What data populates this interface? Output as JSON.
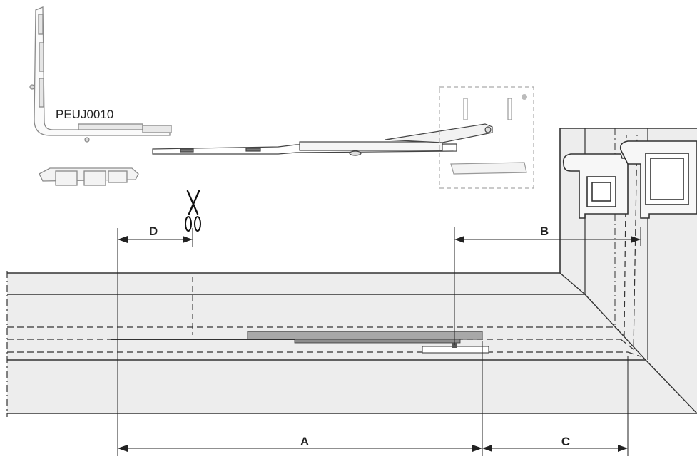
{
  "part_code": "PEUJ0010",
  "dimensions": {
    "a": "A",
    "b": "B",
    "c": "C",
    "d": "D"
  },
  "colors": {
    "frame_fill": "#ededed",
    "line": "#333333",
    "hardware": "#9a9a9a",
    "bar": "#a8a8a8"
  },
  "icons": {
    "scissors": "scissors-icon"
  }
}
